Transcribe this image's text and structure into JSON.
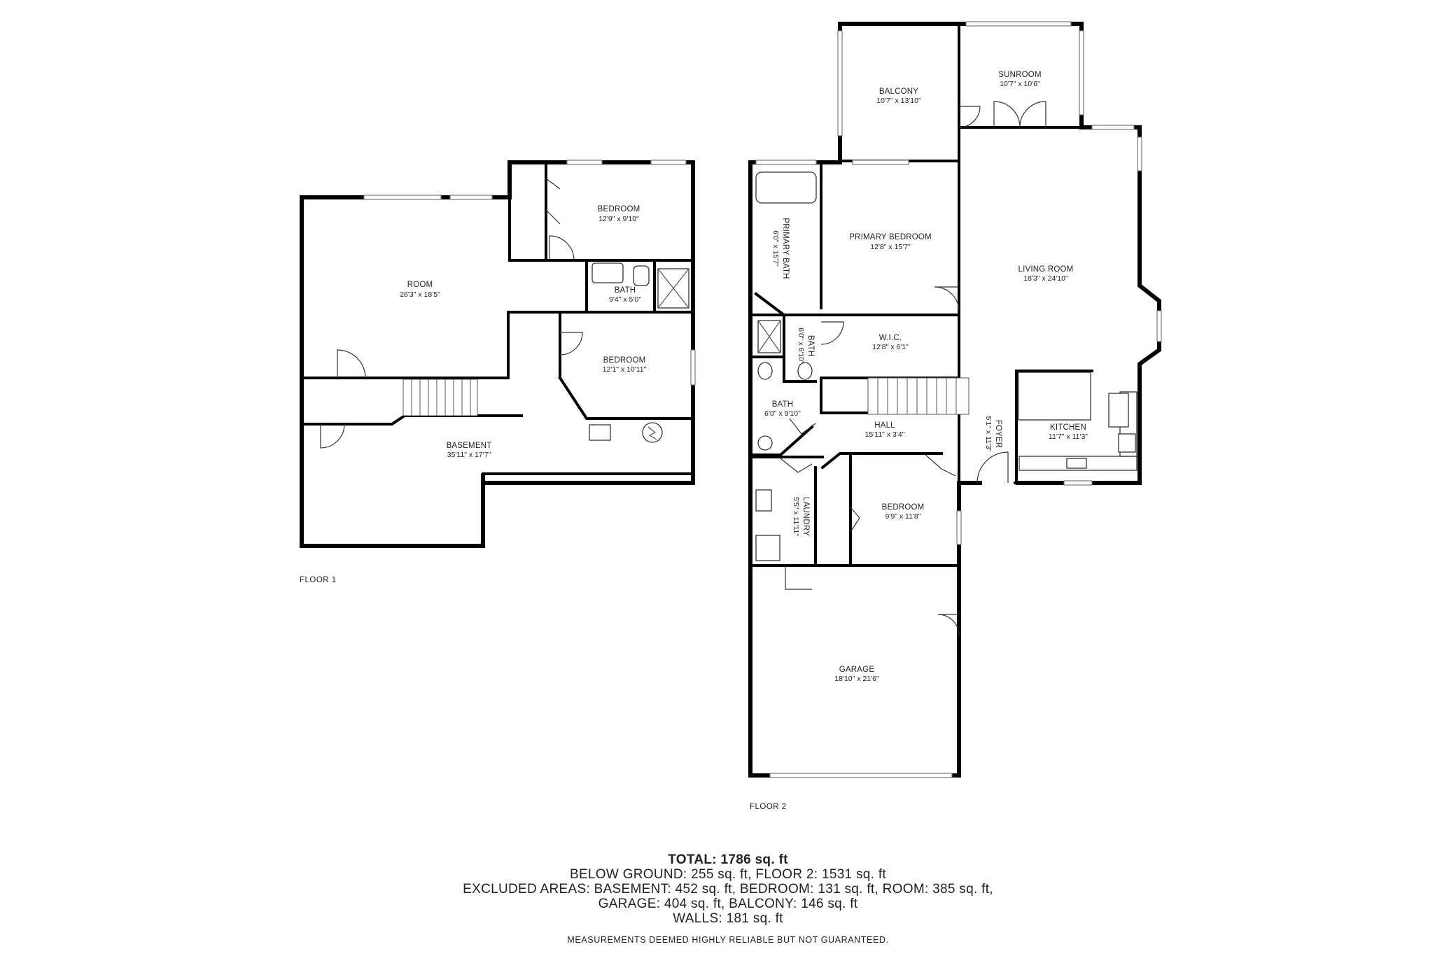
{
  "floor1": {
    "label": "FLOOR 1",
    "rooms": {
      "room": {
        "name": "ROOM",
        "dims": "26'3\" x 18'5\""
      },
      "bedroom_top": {
        "name": "BEDROOM",
        "dims": "12'9\" x 9'10\""
      },
      "bath": {
        "name": "BATH",
        "dims": "9'4\" x 5'0\""
      },
      "bedroom_mid": {
        "name": "BEDROOM",
        "dims": "12'1\" x 10'11\""
      },
      "basement": {
        "name": "BASEMENT",
        "dims": "35'11\" x 17'7\""
      }
    }
  },
  "floor2": {
    "label": "FLOOR 2",
    "rooms": {
      "balcony": {
        "name": "BALCONY",
        "dims": "10'7\" x 13'10\""
      },
      "sunroom": {
        "name": "SUNROOM",
        "dims": "10'7\" x 10'6\""
      },
      "primary_bath": {
        "name": "PRIMARY BATH",
        "dims": "6'0\" x 15'7\""
      },
      "primary_bedroom": {
        "name": "PRIMARY BEDROOM",
        "dims": "12'8\" x 15'7\""
      },
      "living_room": {
        "name": "LIVING ROOM",
        "dims": "18'3\" x 24'10\""
      },
      "bath_small": {
        "name": "BATH",
        "dims": "6'0\" x 6'10\""
      },
      "wic": {
        "name": "W.I.C.",
        "dims": "12'8\" x 6'1\""
      },
      "bath_hall": {
        "name": "BATH",
        "dims": "6'0\" x 9'10\""
      },
      "hall": {
        "name": "HALL",
        "dims": "15'11\" x 3'4\""
      },
      "foyer": {
        "name": "FOYER",
        "dims": "5'1\" x 11'3\""
      },
      "kitchen": {
        "name": "KITCHEN",
        "dims": "11'7\" x 11'3\""
      },
      "laundry": {
        "name": "LAUNDRY",
        "dims": "5'5\" x 11'11\""
      },
      "bedroom": {
        "name": "BEDROOM",
        "dims": "9'9\" x 11'8\""
      },
      "garage": {
        "name": "GARAGE",
        "dims": "18'10\" x 21'6\""
      }
    }
  },
  "totals": {
    "total": "TOTAL: 1786 sq. ft",
    "line1": "BELOW GROUND: 255 sq. ft, FLOOR 2: 1531 sq. ft",
    "line2": "EXCLUDED AREAS: BASEMENT: 452 sq. ft, BEDROOM: 131 sq. ft, ROOM: 385 sq. ft,",
    "line3": "GARAGE: 404 sq. ft, BALCONY: 146 sq. ft",
    "line4": "WALLS: 181 sq. ft",
    "disclaimer": "MEASUREMENTS DEEMED HIGHLY RELIABLE BUT NOT GUARANTEED."
  }
}
